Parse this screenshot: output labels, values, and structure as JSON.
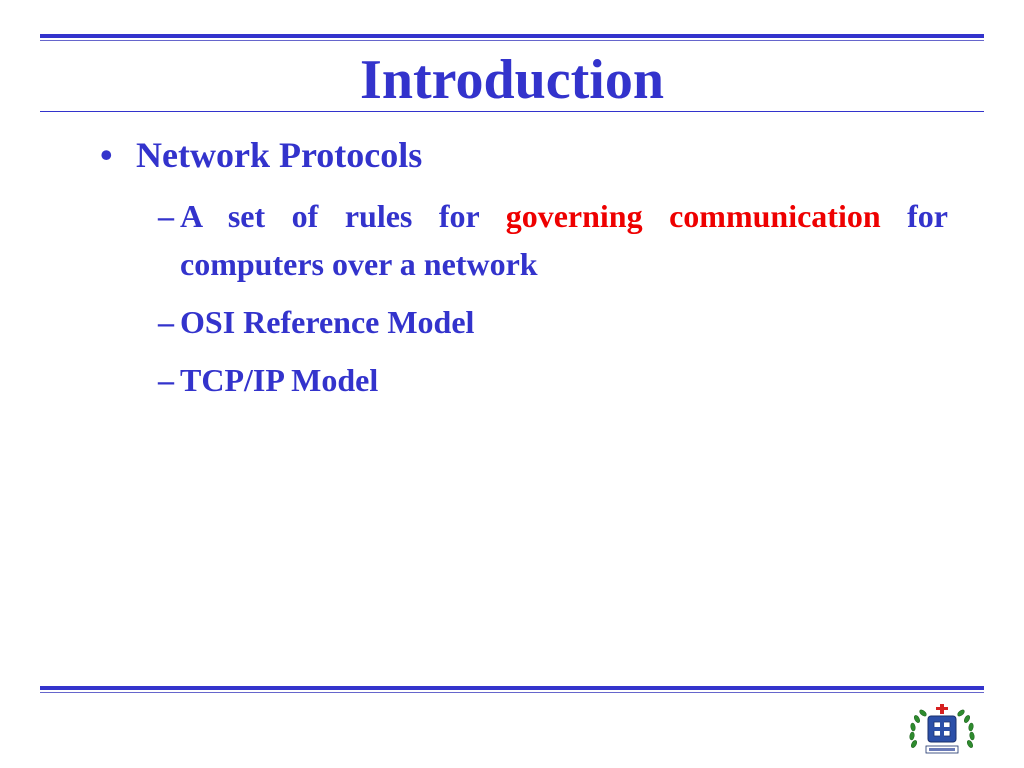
{
  "slide": {
    "title": "Introduction",
    "bullet": {
      "marker": "•",
      "text": "Network Protocols"
    },
    "sub_items": [
      {
        "marker": "–",
        "text_before": "A set of rules for ",
        "highlight": "governing communication",
        "text_after": " for computers over a network"
      },
      {
        "marker": "–",
        "text": "OSI Reference Model"
      },
      {
        "marker": "–",
        "text": "TCP/IP Model"
      }
    ]
  },
  "colors": {
    "title": "#3333cc",
    "body": "#3333cc",
    "highlight": "#ee0000",
    "rules": "#3333cc"
  },
  "logo": {
    "icon": "university-crest-icon"
  }
}
